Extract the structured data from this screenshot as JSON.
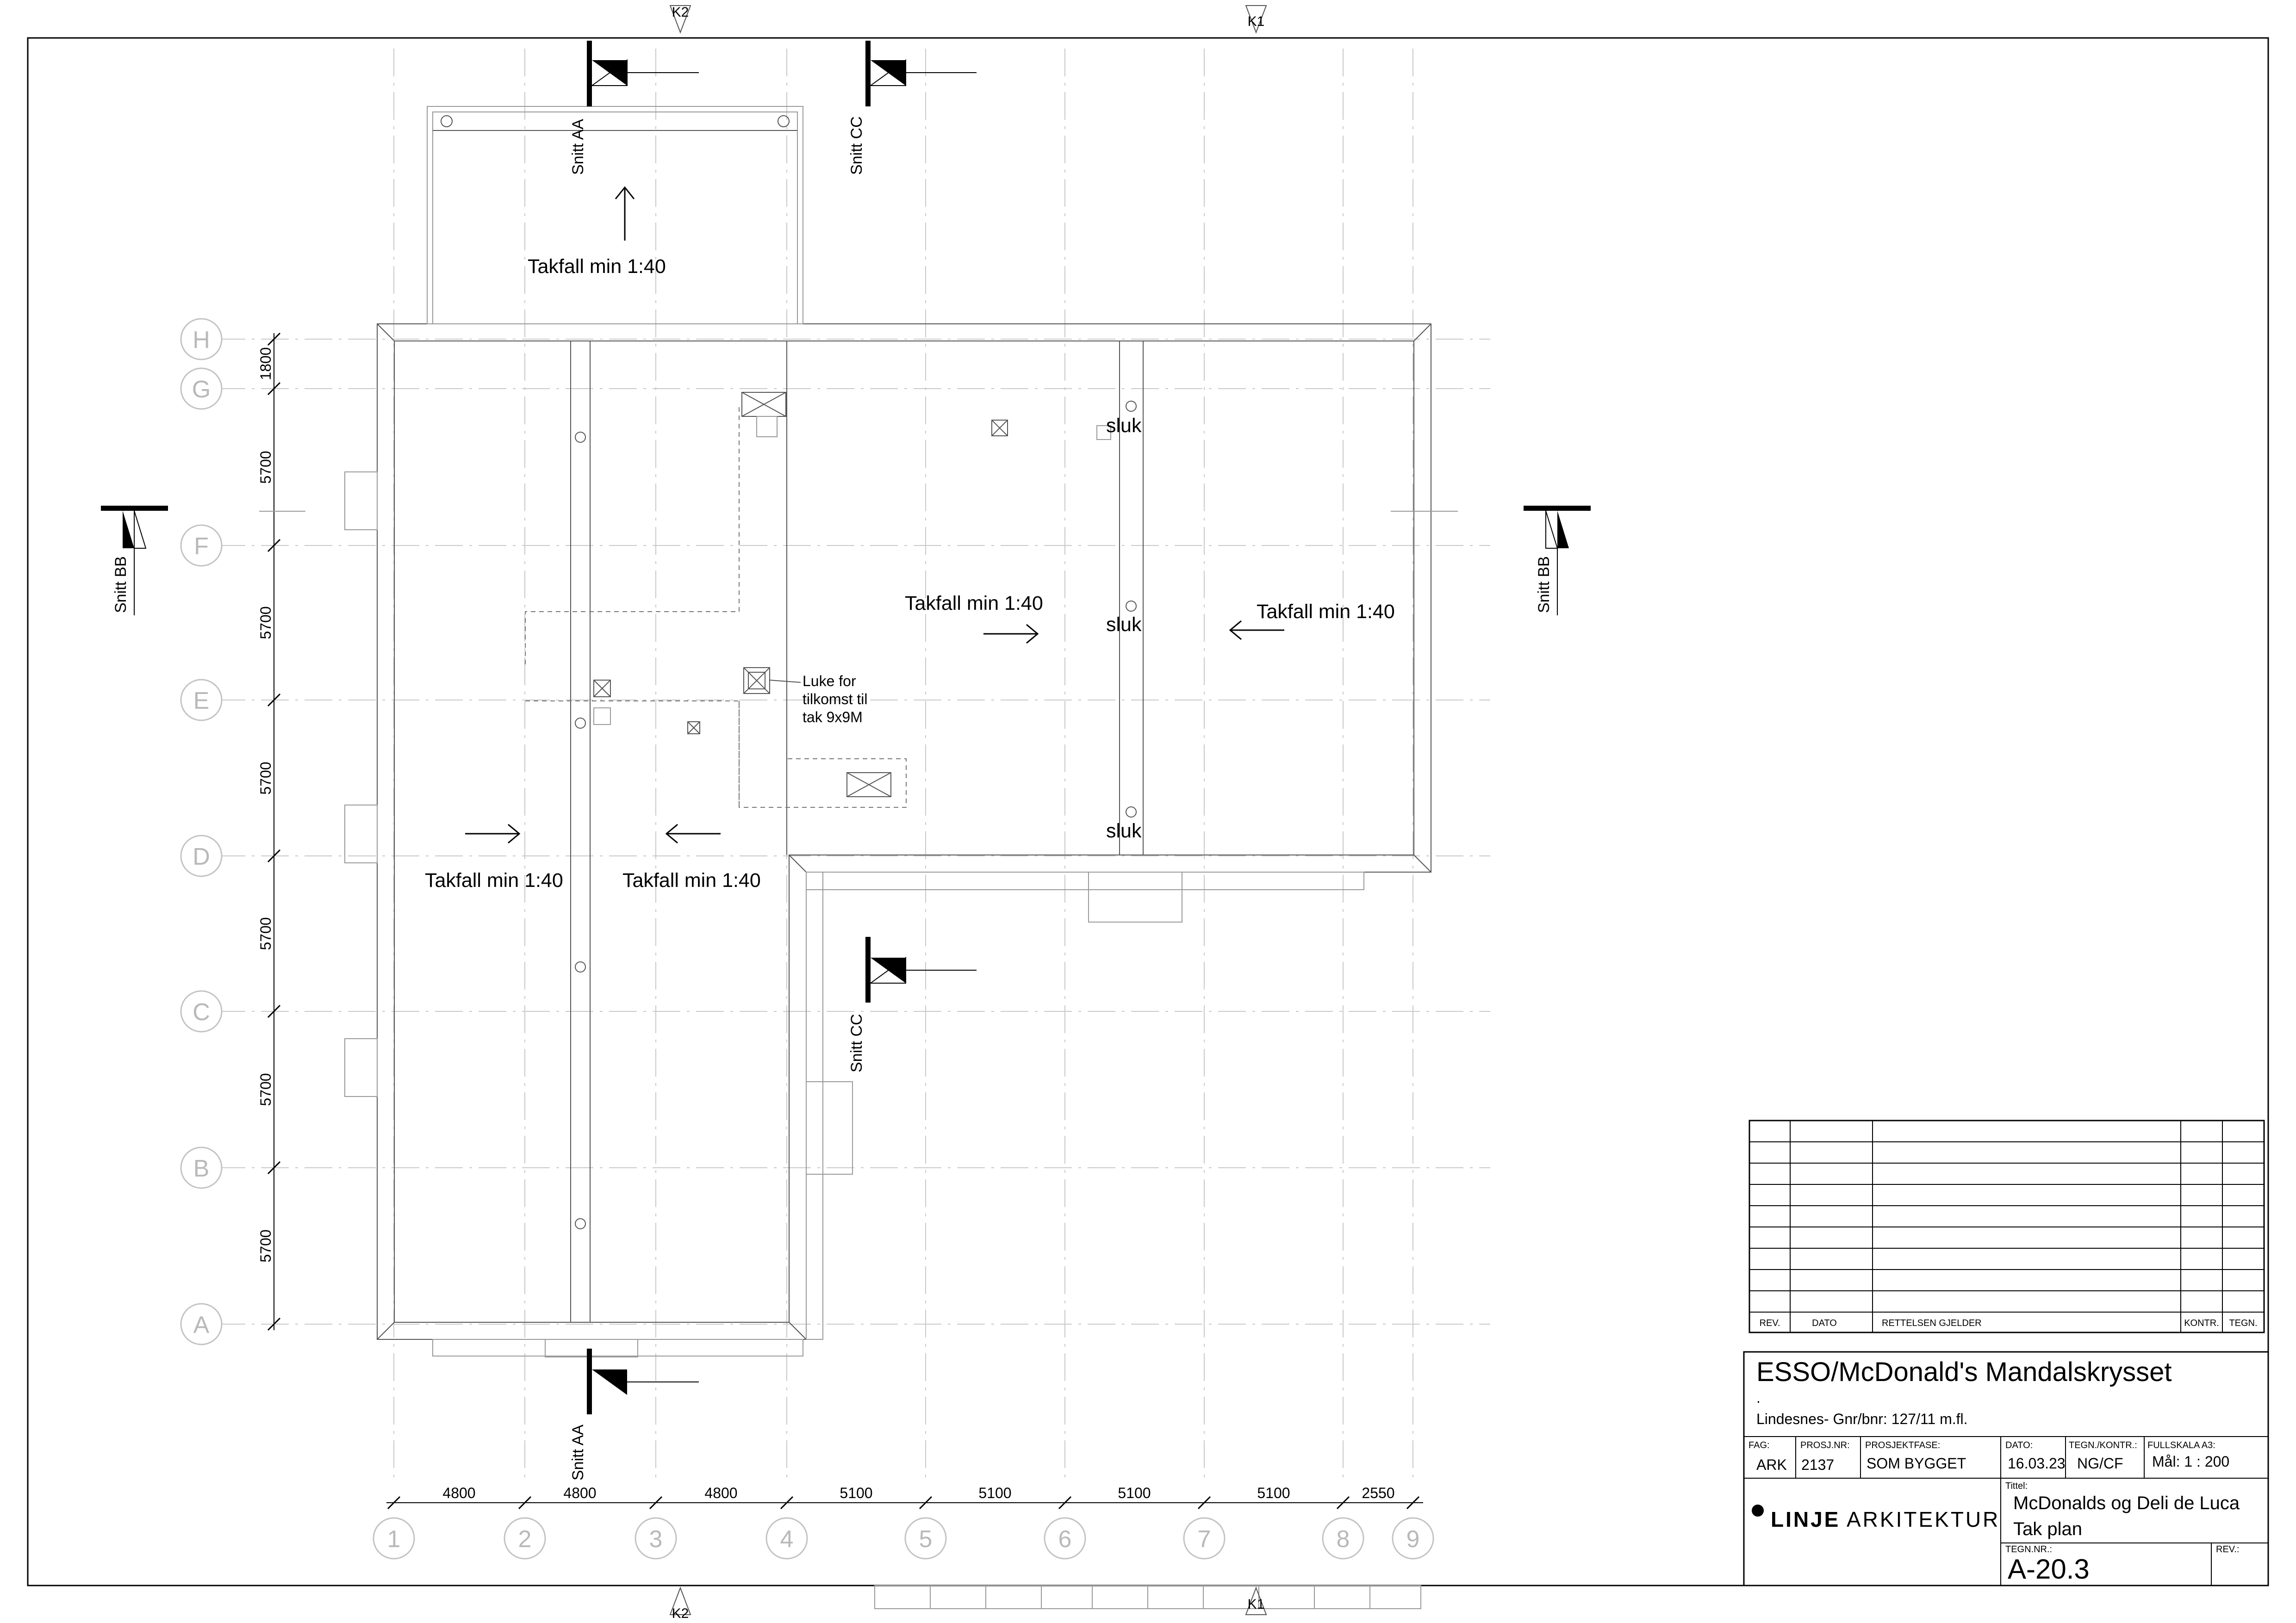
{
  "grid_x": [
    "1",
    "2",
    "3",
    "4",
    "5",
    "6",
    "7",
    "8",
    "9"
  ],
  "grid_y": [
    "A",
    "B",
    "C",
    "D",
    "E",
    "F",
    "G",
    "H"
  ],
  "dims_x": [
    "4800",
    "4800",
    "4800",
    "5100",
    "5100",
    "5100",
    "5100",
    "2550"
  ],
  "dims_y": [
    "1800",
    "5700",
    "5700",
    "5700",
    "5700",
    "5700",
    "5700"
  ],
  "section_marks": {
    "k2": "K2",
    "k1": "K1",
    "aa": "Snitt AA",
    "bb": "Snitt BB",
    "cc": "Snitt CC"
  },
  "labels": {
    "slope": "Takfall min  1:40",
    "drain": "sluk",
    "hatch_1": "Luke for",
    "hatch_2": "tilkomst til",
    "hatch_3": "tak 9x9M"
  },
  "revision_table": {
    "headers": [
      "REV.",
      "DATO",
      "RETTELSEN GJELDER",
      "KONTR.",
      "TEGN."
    ]
  },
  "title_block": {
    "project": "ESSO/McDonald's Mandalskrysset",
    "dot": ".",
    "location": "Lindesnes- Gnr/bnr: 127/11 m.fl.",
    "fag_label": "FAG:",
    "fag": "ARK",
    "prosj_label": "PROSJ.NR:",
    "prosj": "2137",
    "fase_label": "PROSJEKTFASE:",
    "fase": "SOM BYGGET",
    "dato_label": "DATO:",
    "dato": "16.03.23",
    "tegn_label": "TEGN./KONTR.:",
    "tegn": "NG/CF",
    "fullskala_label": "FULLSKALA A3:",
    "scale": "Mål: 1 : 200",
    "tittel_label": "Tittel:",
    "title_1": "McDonalds og Deli de Luca",
    "title_2": "Tak plan",
    "tegnnr_label": "TEGN.NR.:",
    "tegnnr": "A-20.3",
    "rev_label": "REV.:",
    "company_bold": "LINJE",
    "company_light": "ARKITEKTUR"
  },
  "colors": {
    "grid": "#c9c9c9",
    "line": "#000000",
    "bubble": "#b9b9b9"
  }
}
